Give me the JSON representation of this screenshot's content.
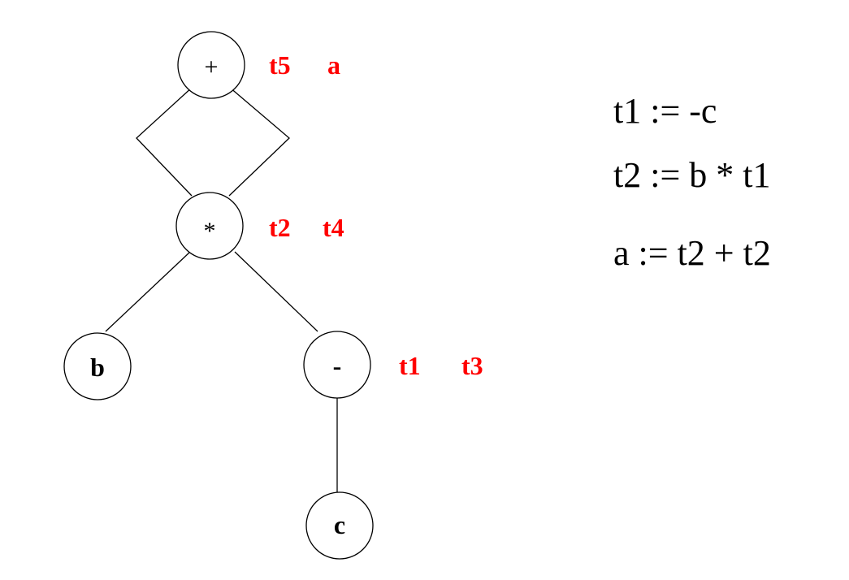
{
  "colors": {
    "annotation": "#ff0000",
    "stroke": "#000000",
    "background": "#ffffff"
  },
  "dag": {
    "nodes": {
      "plus": {
        "label": "+",
        "annotations": [
          "t5",
          "a"
        ]
      },
      "times": {
        "label": "*",
        "annotations": [
          "t2",
          "t4"
        ]
      },
      "b": {
        "label": "b",
        "annotations": []
      },
      "minus": {
        "label": "-",
        "annotations": [
          "t1",
          "t3"
        ]
      },
      "c": {
        "label": "c",
        "annotations": []
      }
    },
    "edges": [
      [
        "plus",
        "times"
      ],
      [
        "plus",
        "times"
      ],
      [
        "times",
        "b"
      ],
      [
        "times",
        "minus"
      ],
      [
        "minus",
        "c"
      ]
    ]
  },
  "code": [
    "t1 := -c",
    "t2 := b * t1",
    "a := t2 + t2"
  ]
}
